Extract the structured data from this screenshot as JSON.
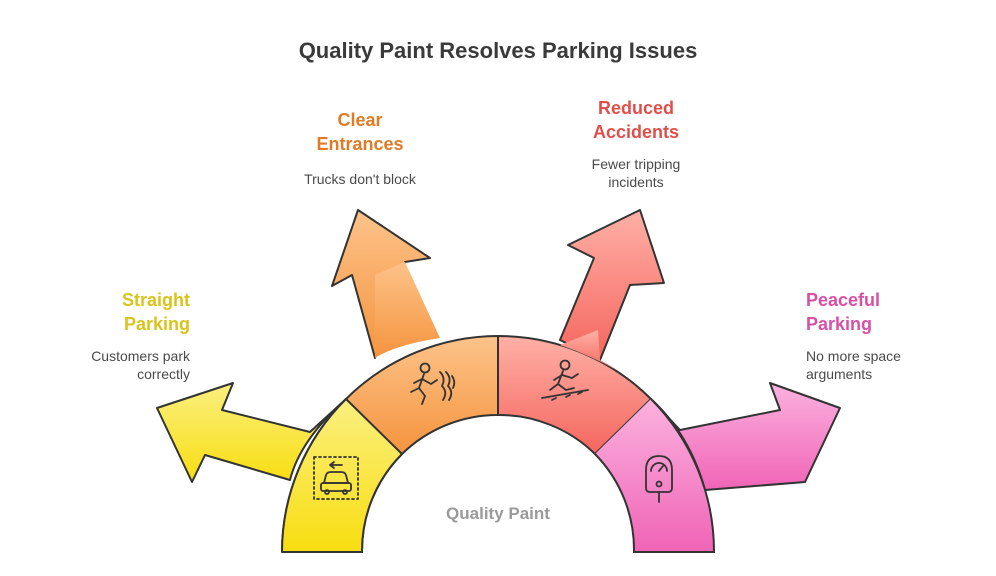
{
  "title": "Quality Paint Resolves Parking Issues",
  "center_label": "Quality Paint",
  "colors": {
    "straight": "#d9c41a",
    "entrances": "#e07b26",
    "accidents": "#e0504a",
    "peaceful": "#d94fa6",
    "outline": "#333333"
  },
  "items": [
    {
      "heading_line1": "Straight",
      "heading_line2": "Parking",
      "desc_line1": "Customers park",
      "desc_line2": "correctly",
      "icon": "car-in-parking-space-icon"
    },
    {
      "heading_line1": "Clear",
      "heading_line2": "Entrances",
      "desc_line1": "Trucks don't block",
      "desc_line2": "",
      "icon": "running-person-icon"
    },
    {
      "heading_line1": "Reduced",
      "heading_line2": "Accidents",
      "desc_line1": "Fewer tripping",
      "desc_line2": "incidents",
      "icon": "tripping-person-icon"
    },
    {
      "heading_line1": "Peaceful",
      "heading_line2": "Parking",
      "desc_line1": "No more space",
      "desc_line2": "arguments",
      "icon": "parking-meter-icon"
    }
  ]
}
